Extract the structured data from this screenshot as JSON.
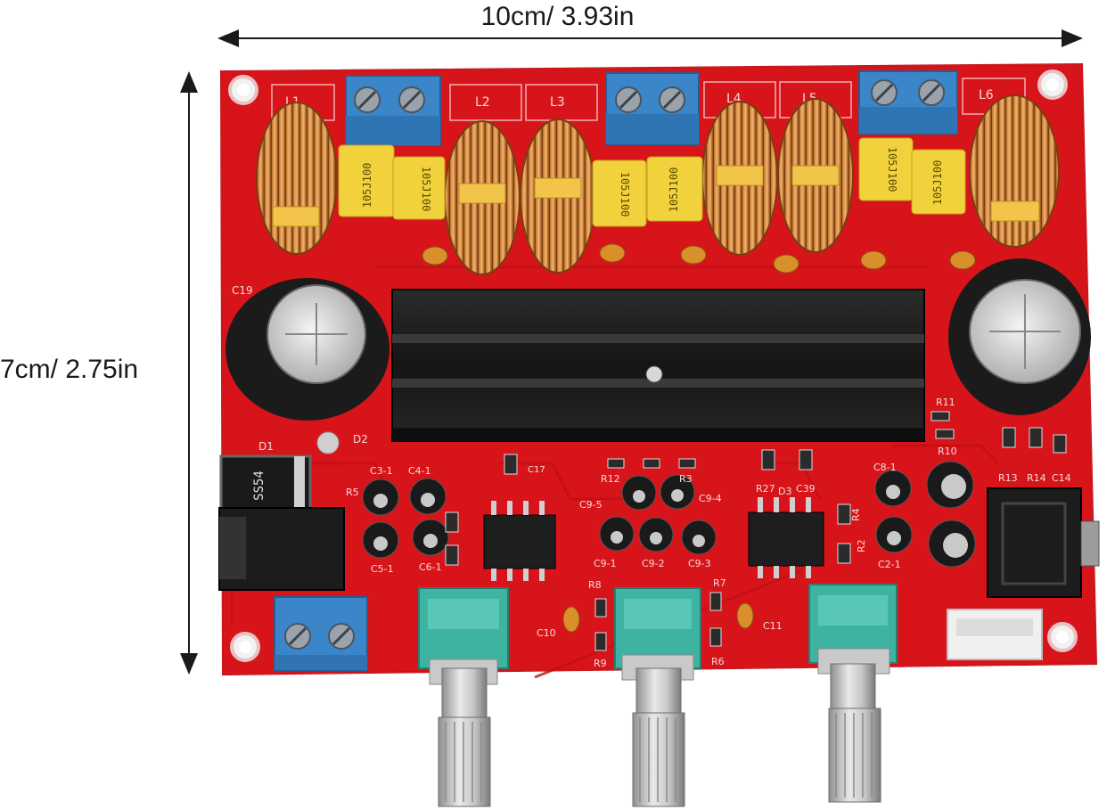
{
  "dimensions": {
    "width_label": "10cm/ 3.93in",
    "height_label": "7cm/ 2.75in"
  },
  "board": {
    "inductor_labels": [
      "L1",
      "L2",
      "L3",
      "L4",
      "L5",
      "L6"
    ],
    "capacitor_marking": "105J100",
    "component_labels": {
      "c19": "C19",
      "d1": "D1",
      "d2": "D2",
      "diode_marking": "SS54",
      "r5": "R5",
      "c3_1": "C3-1",
      "c4_1": "C4-1",
      "c5_1": "C5-1",
      "c6_1": "C6-1",
      "c17": "C17",
      "r12": "R12",
      "r3": "R3",
      "c9_5": "C9-5",
      "c9_4": "C9-4",
      "c9_1": "C9-1",
      "c9_2": "C9-2",
      "c9_3": "C9-3",
      "r27": "R27",
      "d3": "D3",
      "c39": "C39",
      "c8_1": "C8-1",
      "c2_1": "C2-1",
      "r4": "R4",
      "r2": "R2",
      "r11": "R11",
      "r10": "R10",
      "r13": "R13",
      "r14": "R14",
      "c14": "C14",
      "r8": "R8",
      "r7": "R7",
      "c10": "C10",
      "c11": "C11",
      "r9": "R9",
      "r6": "R6"
    }
  },
  "colors": {
    "pcb_red": "#d8141b",
    "copper": "#d4873a",
    "terminal_blue": "#3a86c8",
    "film_cap_yellow": "#f2d23c",
    "heatsink": "#1c1c1c",
    "pot_teal": "#3fb3a1"
  }
}
